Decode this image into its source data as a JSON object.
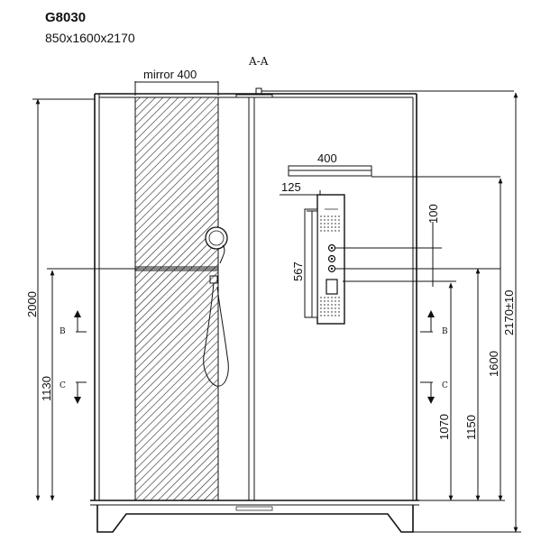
{
  "header": {
    "model": "G8030",
    "dimensions": "850x1600x2170"
  },
  "section_title": "A-A",
  "labels": {
    "mirror": "mirror 400",
    "panel_width": "400",
    "panel_offset": "125",
    "panel_height": "567",
    "control_spacing": "100",
    "cabin_height": "2000",
    "left_mid": "1130",
    "right_inner": "1070",
    "right_mid": "1150",
    "right_outer": "1600",
    "total_height": "2170±10"
  },
  "section_marks": {
    "left_upper": "B",
    "left_lower": "C",
    "right_upper": "B",
    "right_lower": "C"
  }
}
